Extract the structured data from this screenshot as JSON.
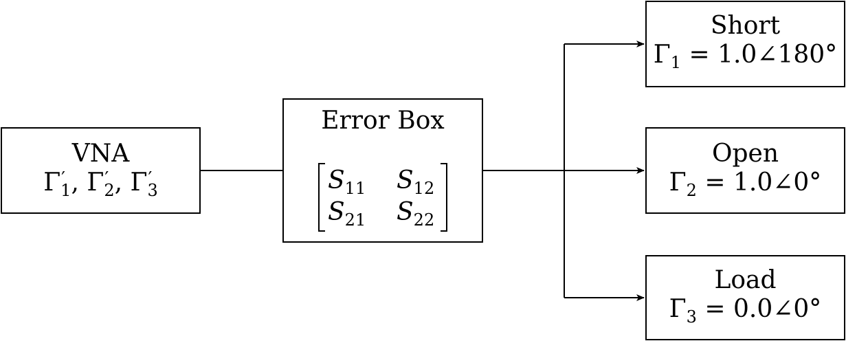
{
  "vna": {
    "title": "VNA",
    "gamma_symbol": "Γ",
    "subscripts": [
      "1",
      "2",
      "3"
    ],
    "prime": "′",
    "separator": ","
  },
  "error_box": {
    "title": "Error Box",
    "matrix": {
      "symbol": "S",
      "cells": [
        "11",
        "12",
        "21",
        "22"
      ]
    }
  },
  "standards": [
    {
      "name": "Short",
      "gamma_symbol": "Γ",
      "subscript": "1",
      "equation": " = 1.0∠180°"
    },
    {
      "name": "Open",
      "gamma_symbol": "Γ",
      "subscript": "2",
      "equation": " = 1.0∠0°"
    },
    {
      "name": "Load",
      "gamma_symbol": "Γ",
      "subscript": "3",
      "equation": " = 0.0∠0°"
    }
  ]
}
